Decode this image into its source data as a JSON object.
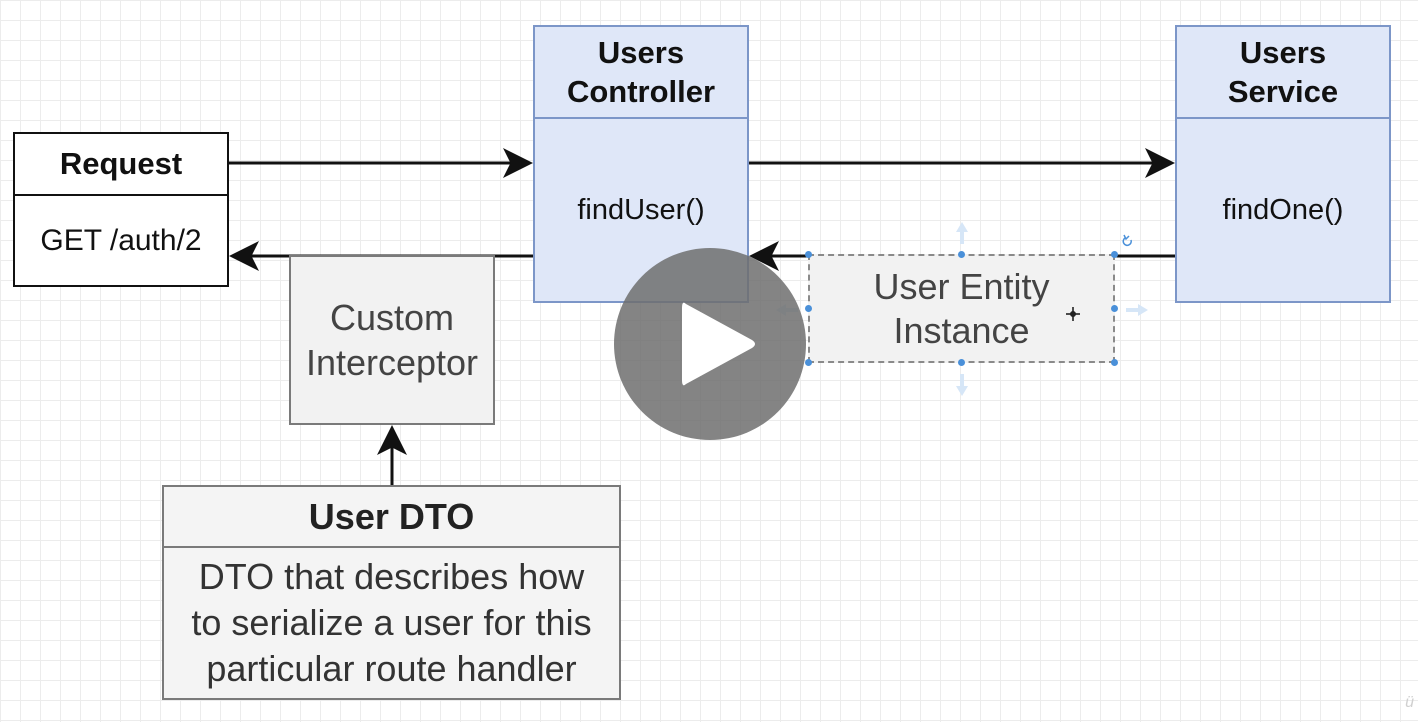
{
  "diagram": {
    "request": {
      "title": "Request",
      "body": "GET /auth/2"
    },
    "controller": {
      "title": "Users\nController",
      "body": "findUser()"
    },
    "service": {
      "title": "Users\nService",
      "body": "findOne()"
    },
    "interceptor": {
      "label": "Custom\nInterceptor"
    },
    "entity": {
      "label": "User Entity\nInstance"
    },
    "dto": {
      "title": "User DTO",
      "body": "DTO that describes how\nto serialize a user for this\nparticular route handler"
    }
  },
  "colors": {
    "controller_fill": "#dfe7f8",
    "controller_border": "#7c96c8",
    "selection_handle": "#4a90d9",
    "play_button": "#6e6e6e"
  },
  "icons": {
    "play": "play-icon",
    "move_cursor": "move-cursor-icon",
    "rotate_handle": "rotate-handle-icon"
  }
}
